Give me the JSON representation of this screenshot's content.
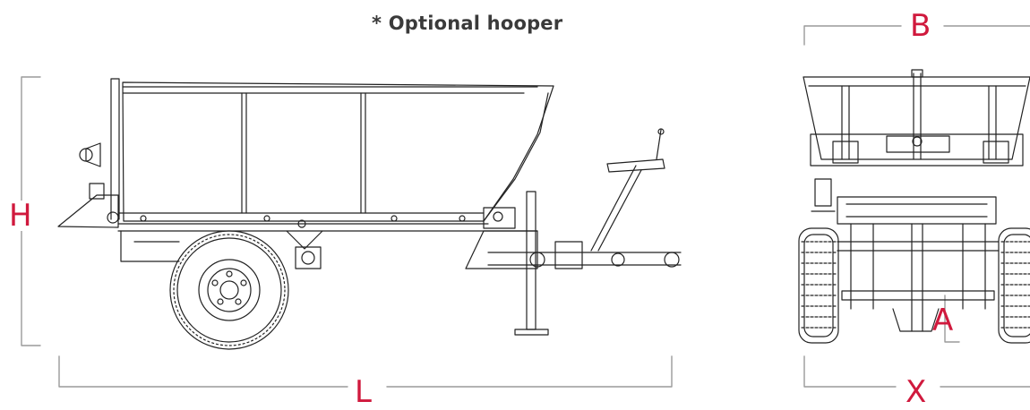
{
  "note": "* Optional hooper",
  "dimensions": {
    "height": "H",
    "length": "L",
    "width": "B",
    "track": "X",
    "clearance": "A"
  },
  "colors": {
    "dimension": "#d0193d",
    "line": "#222222",
    "note": "#3a3a3a"
  }
}
